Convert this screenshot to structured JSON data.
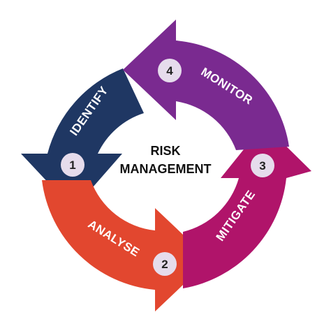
{
  "center": {
    "line1": "RISK",
    "line2": "MANAGEMENT"
  },
  "steps": [
    {
      "number": "1",
      "label": "IDENTIFY",
      "color": "#1f3763"
    },
    {
      "number": "2",
      "label": "ANALYSE",
      "color": "#e2472f"
    },
    {
      "number": "3",
      "label": "MITIGATE",
      "color": "#b0146a"
    },
    {
      "number": "4",
      "label": "MONITOR",
      "color": "#7a2a90"
    }
  ],
  "colors": {
    "badge_fill": "#e6dcec",
    "badge_text": "#222222",
    "background": "#ffffff"
  }
}
